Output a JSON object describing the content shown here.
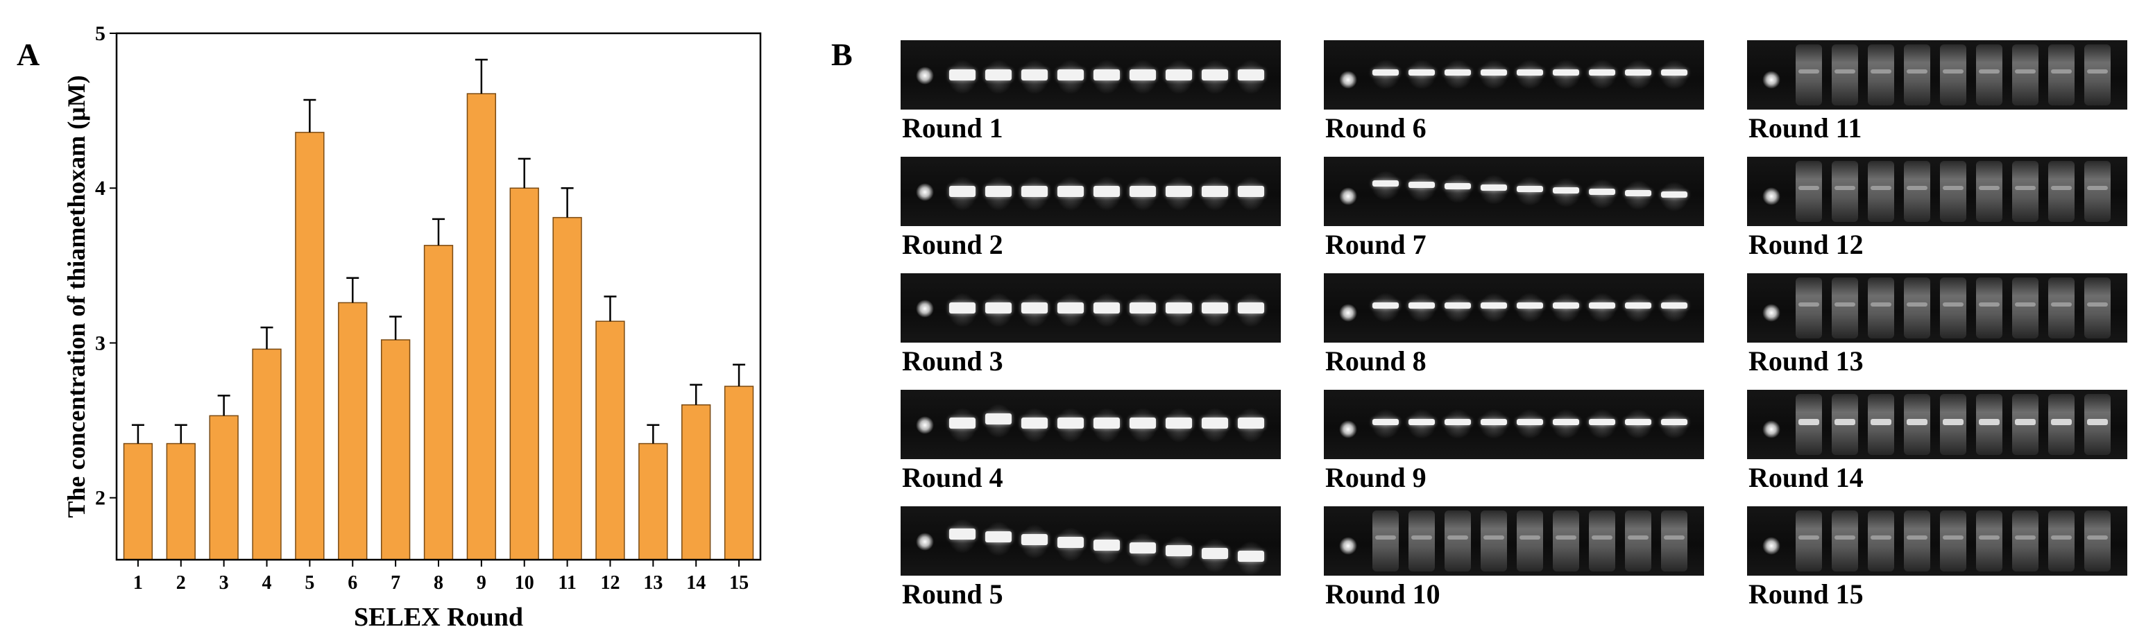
{
  "panels": {
    "a_label": "A",
    "b_label": "B"
  },
  "chart_data": {
    "type": "bar",
    "title": "",
    "xlabel": "SELEX Round",
    "ylabel": "The concentration of thiamethoxam (μM)",
    "categories": [
      "1",
      "2",
      "3",
      "4",
      "5",
      "6",
      "7",
      "8",
      "9",
      "10",
      "11",
      "12",
      "13",
      "14",
      "15"
    ],
    "values": [
      2.35,
      2.35,
      2.53,
      2.96,
      4.36,
      3.26,
      3.02,
      3.63,
      4.61,
      4.0,
      3.81,
      3.14,
      2.35,
      2.6,
      2.72
    ],
    "errors": [
      0.12,
      0.12,
      0.13,
      0.14,
      0.21,
      0.16,
      0.15,
      0.17,
      0.22,
      0.19,
      0.19,
      0.16,
      0.12,
      0.13,
      0.14
    ],
    "ylim": [
      1.6,
      5.0
    ],
    "yticks": [
      2,
      3,
      4,
      5
    ],
    "error_bars": "upper",
    "grid": false,
    "legend": "none",
    "bar_color": "#f5a240",
    "bar_edge_color": "#7a4a12"
  },
  "gels": [
    {
      "label": "Round 1",
      "style": "bright"
    },
    {
      "label": "Round 2",
      "style": "bright"
    },
    {
      "label": "Round 3",
      "style": "bright"
    },
    {
      "label": "Round 4",
      "style": "bright"
    },
    {
      "label": "Round 5",
      "style": "bright"
    },
    {
      "label": "Round 6",
      "style": "thin"
    },
    {
      "label": "Round 7",
      "style": "thin"
    },
    {
      "label": "Round 8",
      "style": "thin"
    },
    {
      "label": "Round 9",
      "style": "thin"
    },
    {
      "label": "Round 10",
      "style": "smear"
    },
    {
      "label": "Round 11",
      "style": "smear"
    },
    {
      "label": "Round 12",
      "style": "smear"
    },
    {
      "label": "Round 13",
      "style": "smear"
    },
    {
      "label": "Round 14",
      "style": "smear"
    },
    {
      "label": "Round 15",
      "style": "smear"
    }
  ],
  "colors": {
    "gel_background": "#121212",
    "band": "#f2f2f2",
    "smear": "#6e6e6e"
  }
}
